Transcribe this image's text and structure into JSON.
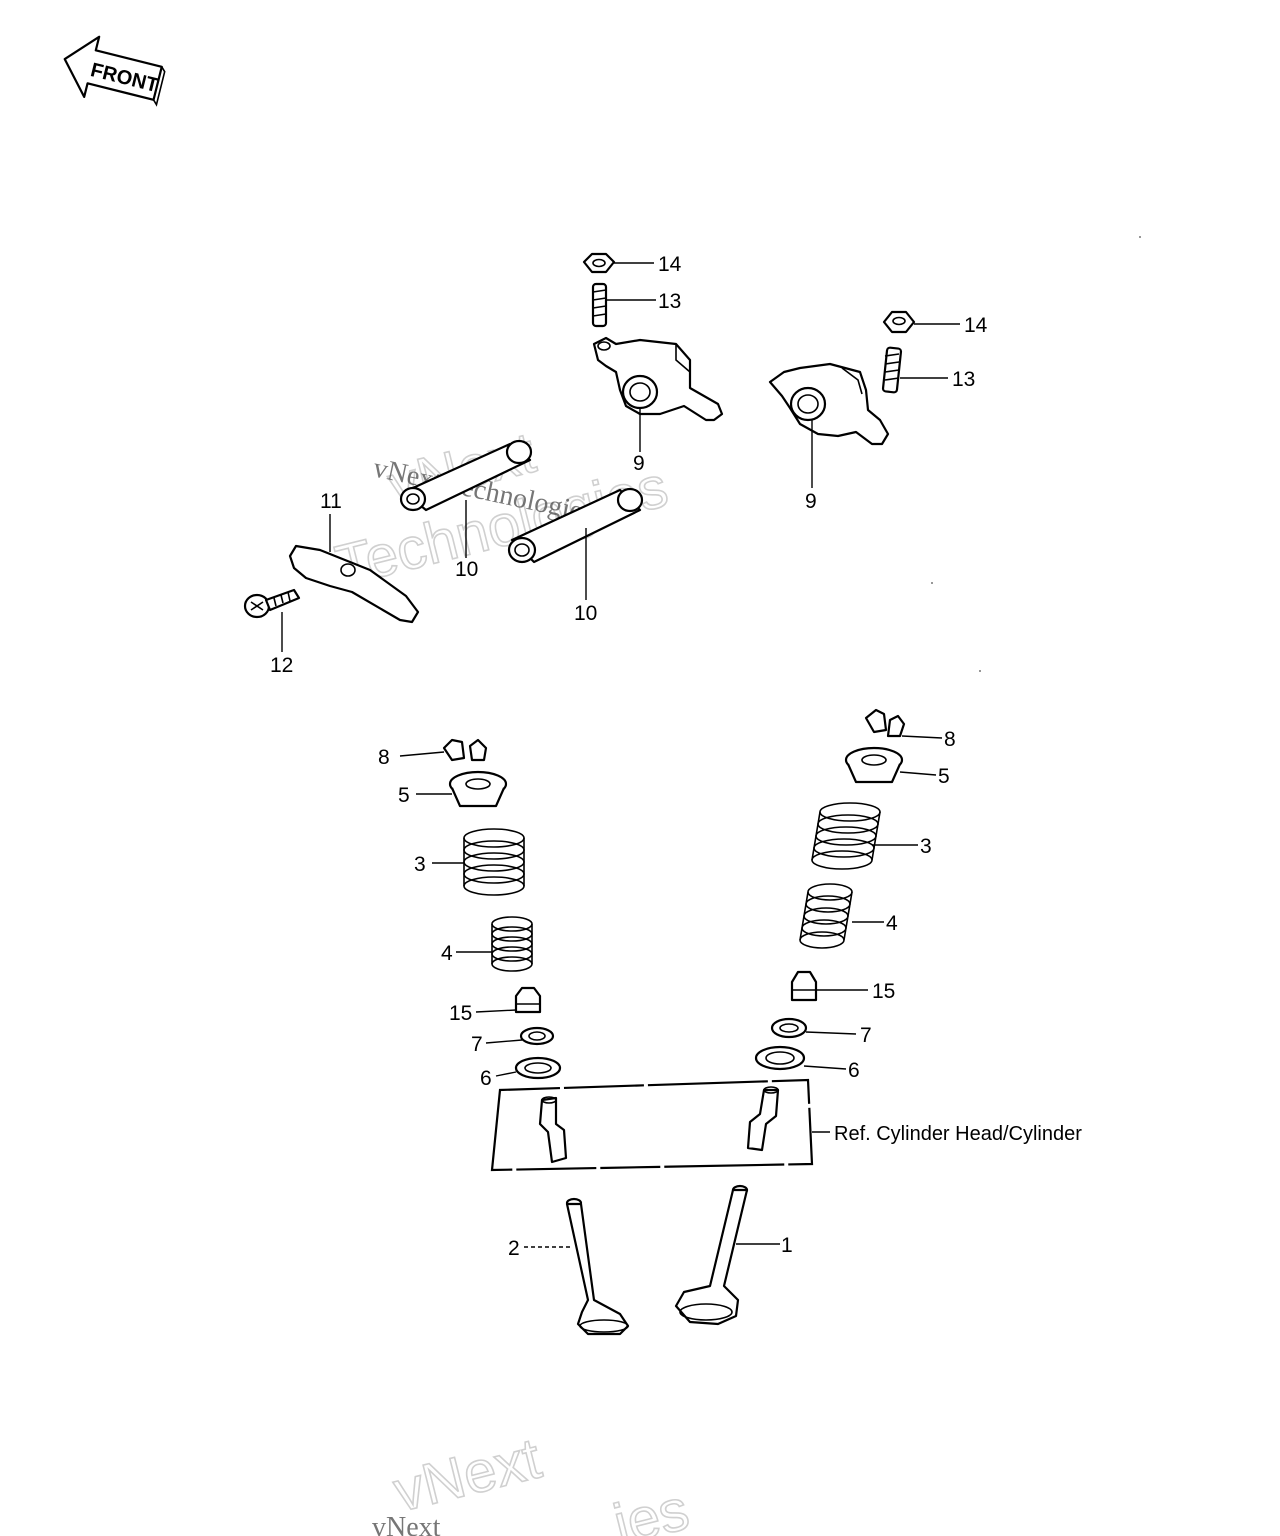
{
  "direction_badge": {
    "label": "FRONT"
  },
  "callouts": {
    "c1": "1",
    "c2": "2",
    "c3a": "3",
    "c3b": "3",
    "c4a": "4",
    "c4b": "4",
    "c5a": "5",
    "c5b": "5",
    "c6a": "6",
    "c6b": "6",
    "c7a": "7",
    "c7b": "7",
    "c8a": "8",
    "c8b": "8",
    "c9a": "9",
    "c9b": "9",
    "c10a": "10",
    "c10b": "10",
    "c11": "11",
    "c12": "12",
    "c13a": "13",
    "c13b": "13",
    "c14a": "14",
    "c14b": "14",
    "c15a": "15",
    "c15b": "15"
  },
  "reference_label": "Ref. Cylinder Head/Cylinder",
  "watermark": {
    "line1": "vNext",
    "line2": "Technologies",
    "line3": "vNext Technologies",
    "bottom1": "vNext",
    "bottom2": "vNext",
    "bottom3": "ies"
  }
}
